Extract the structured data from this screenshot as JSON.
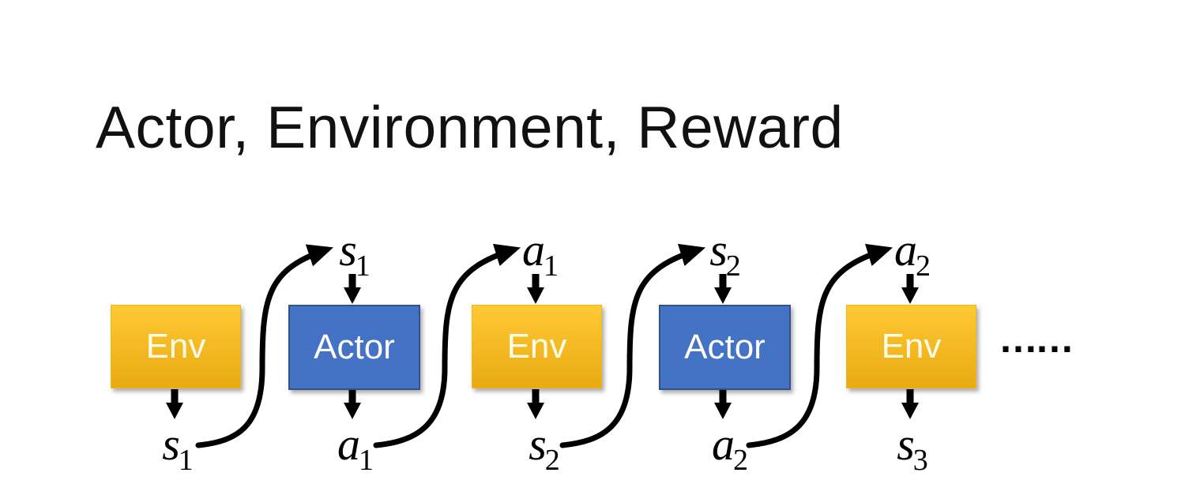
{
  "title": "Actor, Environment, Reward",
  "colors": {
    "env_top": "#FFC935",
    "env_bottom": "#E9AA12",
    "actor_fill": "#4472C4",
    "actor_border": "#2F528F",
    "arrow": "#000000"
  },
  "diagram": {
    "boxes": [
      {
        "label": "Env",
        "type": "env"
      },
      {
        "label": "Actor",
        "type": "actor"
      },
      {
        "label": "Env",
        "type": "env"
      },
      {
        "label": "Actor",
        "type": "actor"
      },
      {
        "label": "Env",
        "type": "env"
      }
    ],
    "top_labels": [
      {
        "base": "s",
        "sub": "1"
      },
      {
        "base": "a",
        "sub": "1"
      },
      {
        "base": "s",
        "sub": "2"
      },
      {
        "base": "a",
        "sub": "2"
      }
    ],
    "bottom_labels": [
      {
        "base": "s",
        "sub": "1"
      },
      {
        "base": "a",
        "sub": "1"
      },
      {
        "base": "s",
        "sub": "2"
      },
      {
        "base": "a",
        "sub": "2"
      },
      {
        "base": "s",
        "sub": "3"
      }
    ],
    "ellipsis": "……"
  }
}
